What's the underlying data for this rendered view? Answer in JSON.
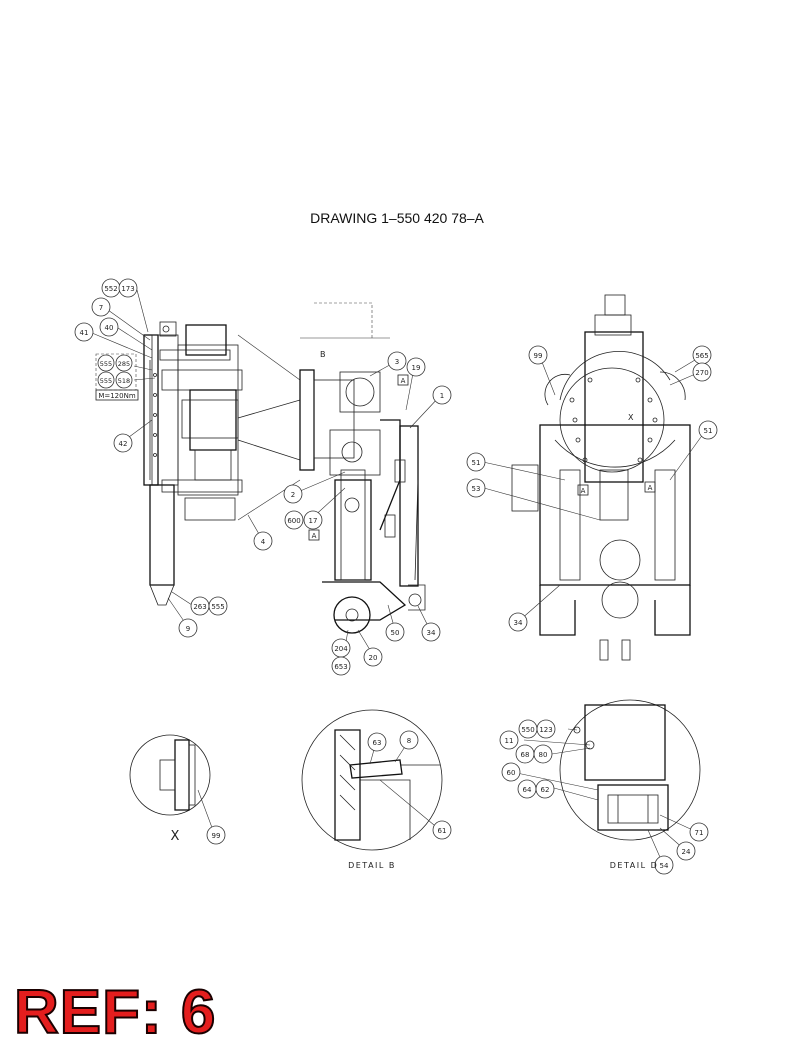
{
  "title": "DRAWING 1–550 420 78–A",
  "ref_stamp": "REF: 6",
  "torque_note": "M=120Nm",
  "details": {
    "b": "DETAIL B",
    "d": "DETAIL D",
    "x": "X"
  },
  "callouts_left": [
    "552",
    "173",
    "7",
    "40",
    "41",
    "555",
    "285",
    "555",
    "518",
    "42",
    "263",
    "555",
    "9"
  ],
  "callouts_middle": [
    "3",
    "19",
    "1",
    "2",
    "600",
    "17",
    "4",
    "204",
    "653",
    "20",
    "50",
    "34"
  ],
  "callouts_right": [
    "99",
    "565",
    "270",
    "51",
    "51",
    "53",
    "34"
  ],
  "callouts_details": [
    "99",
    "63",
    "8",
    "61",
    "550",
    "123",
    "11",
    "68",
    "80",
    "60",
    "64",
    "62",
    "71",
    "24",
    "54"
  ],
  "section_marks": [
    "A",
    "A",
    "A",
    "A",
    "B",
    "X"
  ],
  "colors": {
    "ref_fill": "#e41e1e",
    "line": "#222222"
  }
}
